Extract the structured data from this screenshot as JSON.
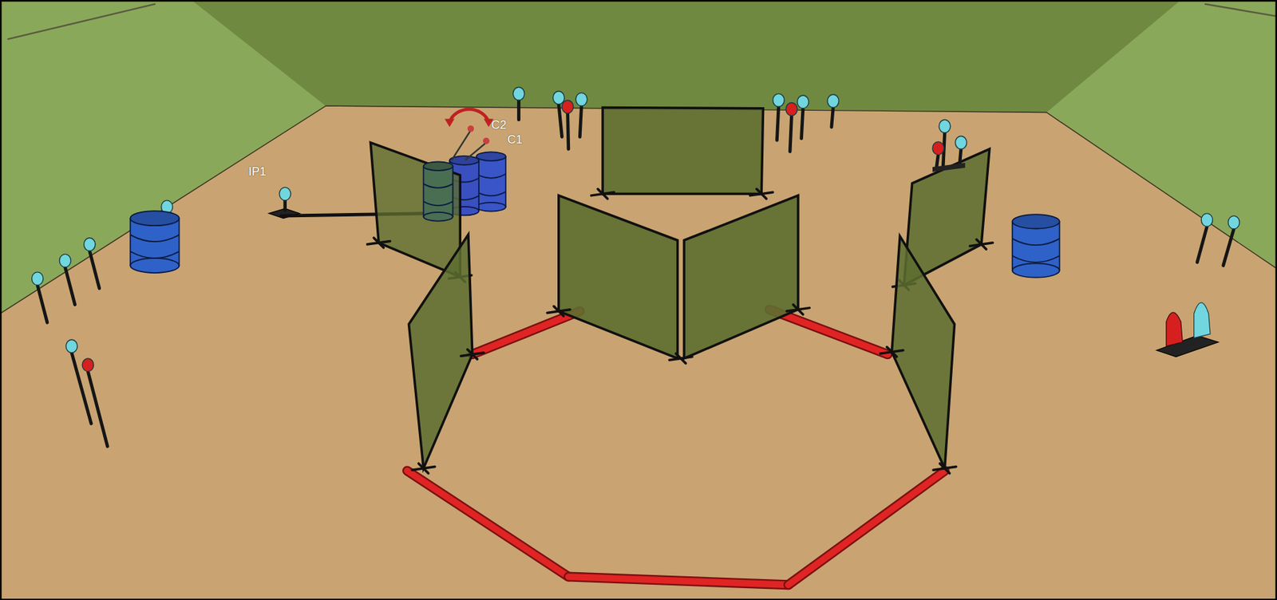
{
  "diagram": {
    "labels": [
      "IP1",
      "C2",
      "C1"
    ]
  }
}
